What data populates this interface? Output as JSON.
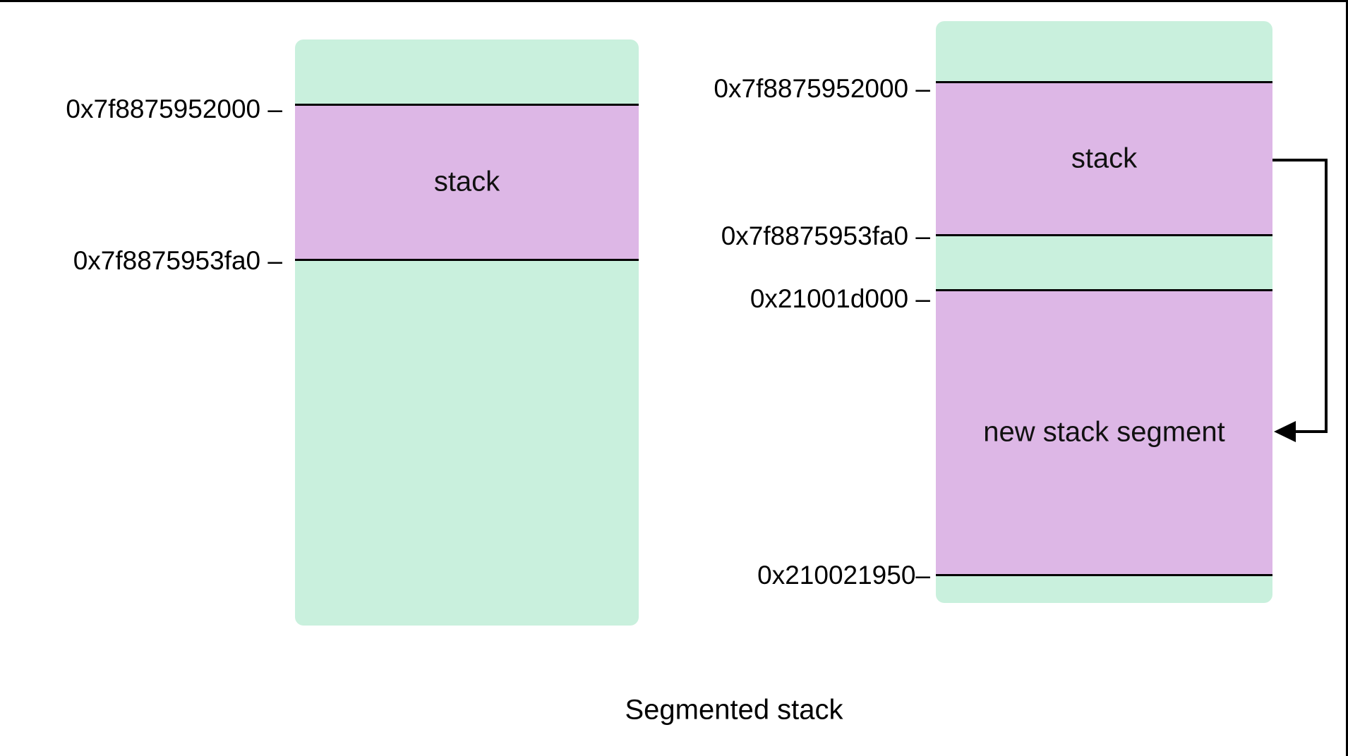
{
  "caption": "Segmented stack",
  "colors": {
    "region_free": "#c9f0dd",
    "region_used": "#ddb7e6",
    "line": "#000000",
    "background": "#ffffff"
  },
  "columns": [
    {
      "address_labels": [
        "0x7f8875952000 –",
        "0x7f8875953fa0 –"
      ],
      "regions": [
        {
          "label": ""
        },
        {
          "label": "stack"
        },
        {
          "label": ""
        }
      ]
    },
    {
      "address_labels": [
        "0x7f8875952000 –",
        "0x7f8875953fa0 –",
        "0x21001d000 –",
        "0x210021950–"
      ],
      "regions": [
        {
          "label": ""
        },
        {
          "label": "stack"
        },
        {
          "label": ""
        },
        {
          "label": "new stack segment"
        },
        {
          "label": ""
        }
      ]
    }
  ],
  "arrow": {
    "meaning": "stack points to new stack segment"
  }
}
